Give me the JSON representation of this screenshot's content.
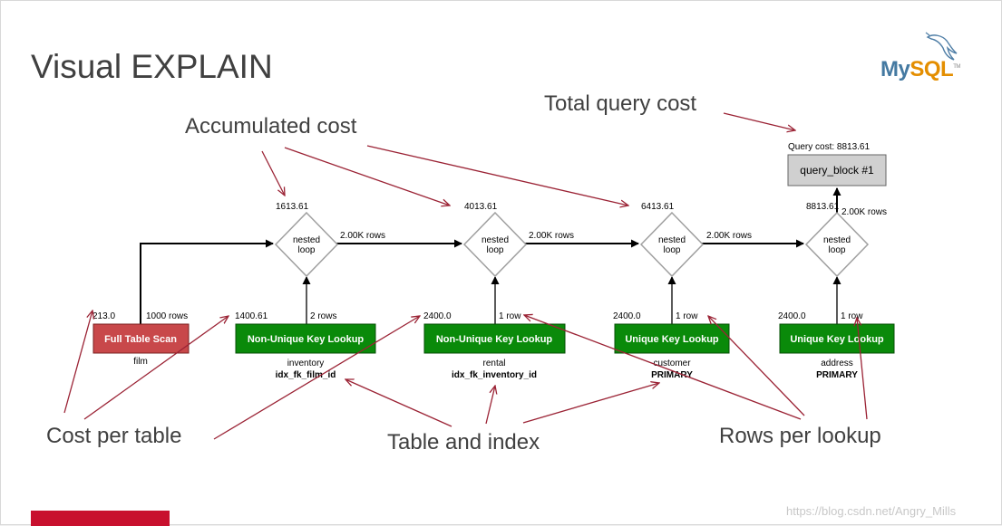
{
  "slide": {
    "title": "Visual EXPLAIN",
    "logo": {
      "text_main": "My",
      "text_accent": "SQL",
      "trademark": "TM",
      "accent_color": "#e48e00",
      "brand_color": "#4479a1",
      "icon": "dolphin-icon"
    },
    "watermark": "https://blog.csdn.net/Angry_Mills",
    "footer_bar_color": "#c8102e"
  },
  "callouts": {
    "total_query_cost": "Total query cost",
    "accumulated_cost": "Accumulated cost",
    "cost_per_table": "Cost per table",
    "table_and_index": "Table and index",
    "rows_per_lookup": "Rows per lookup"
  },
  "query_block": {
    "cost_label": "Query cost: 8813.61",
    "label": "query_block #1"
  },
  "nested_loops": [
    {
      "label_line1": "nested",
      "label_line2": "loop",
      "cost": "1613.61",
      "rows_out": "2.00K rows"
    },
    {
      "label_line1": "nested",
      "label_line2": "loop",
      "cost": "4013.61",
      "rows_out": "2.00K rows"
    },
    {
      "label_line1": "nested",
      "label_line2": "loop",
      "cost": "6413.61",
      "rows_out": "2.00K rows"
    },
    {
      "label_line1": "nested",
      "label_line2": "loop",
      "cost": "8813.61",
      "rows_out": "2.00K rows"
    }
  ],
  "access_nodes": [
    {
      "label": "Full Table Scan",
      "color": "#c8484a",
      "cost": "213.0",
      "rows": "1000 rows",
      "table": "film",
      "index": ""
    },
    {
      "label": "Non-Unique Key Lookup",
      "color": "#0a8a0a",
      "cost": "1400.61",
      "rows": "2 rows",
      "table": "inventory",
      "index": "idx_fk_film_id"
    },
    {
      "label": "Non-Unique Key Lookup",
      "color": "#0a8a0a",
      "cost": "2400.0",
      "rows": "1 row",
      "table": "rental",
      "index": "idx_fk_inventory_id"
    },
    {
      "label": "Unique Key Lookup",
      "color": "#0a8a0a",
      "cost": "2400.0",
      "rows": "1 row",
      "table": "customer",
      "index": "PRIMARY"
    },
    {
      "label": "Unique Key Lookup",
      "color": "#0a8a0a",
      "cost": "2400.0",
      "rows": "1 row",
      "table": "address",
      "index": "PRIMARY"
    }
  ],
  "colors": {
    "annotation_arrow": "#9b2335",
    "edge": "#000000",
    "diamond_stroke": "#a0a0a0",
    "query_block_fill": "#d0d0d0"
  }
}
